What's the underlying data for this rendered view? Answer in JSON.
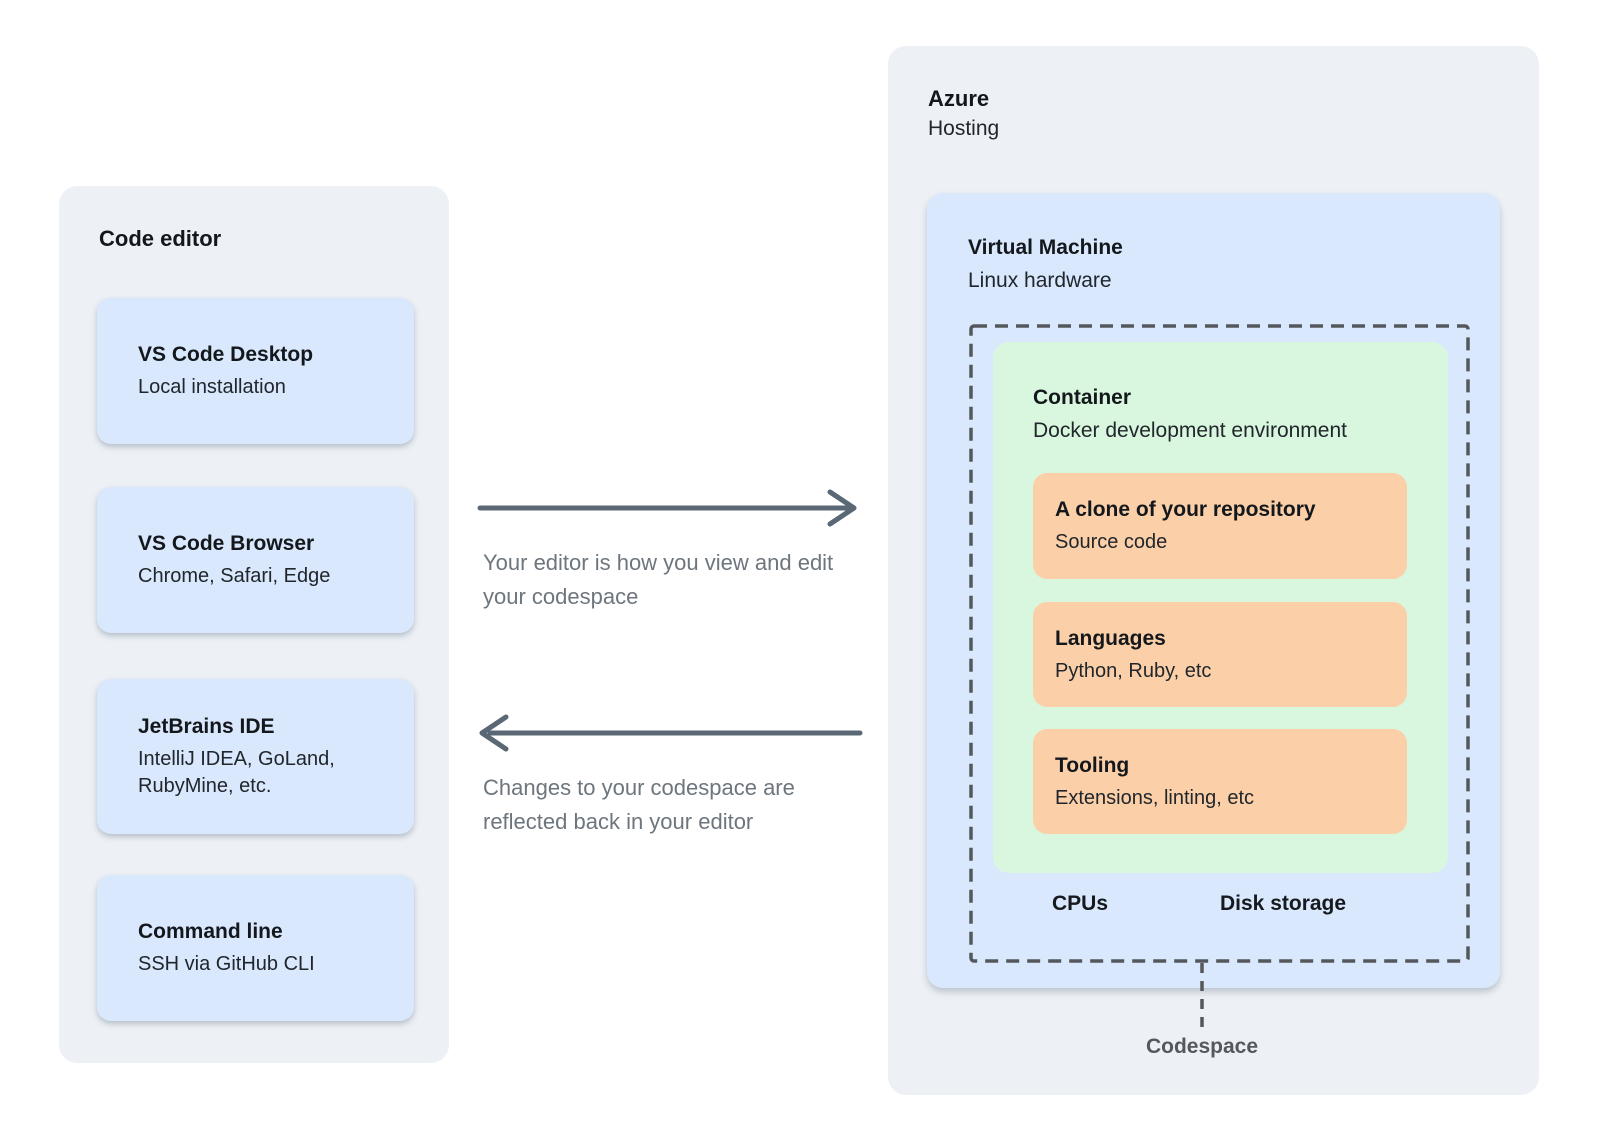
{
  "editor_panel": {
    "title": "Code editor",
    "items": [
      {
        "title": "VS Code Desktop",
        "subtitle": "Local installation"
      },
      {
        "title": "VS Code Browser",
        "subtitle": "Chrome, Safari, Edge"
      },
      {
        "title": "JetBrains IDE",
        "subtitle": "IntelliJ IDEA, GoLand, RubyMine, etc."
      },
      {
        "title": "Command line",
        "subtitle": "SSH via GitHub CLI"
      }
    ]
  },
  "flows": {
    "editor_to_azure": "Your editor is how you view and edit your codespace",
    "azure_to_editor": "Changes to your codespace are reflected back in your editor"
  },
  "azure_panel": {
    "title": "Azure",
    "subtitle": "Hosting",
    "virtual_machine": {
      "title": "Virtual Machine",
      "subtitle": "Linux hardware",
      "container": {
        "title": "Container",
        "subtitle": "Docker development environment",
        "items": [
          {
            "title": "A clone of your repository",
            "subtitle": "Source code"
          },
          {
            "title": "Languages",
            "subtitle": "Python, Ruby, etc"
          },
          {
            "title": "Tooling",
            "subtitle": "Extensions, linting, etc"
          }
        ]
      },
      "resources": [
        {
          "label": "CPUs"
        },
        {
          "label": "Disk storage"
        }
      ],
      "codespace_label": "Codespace"
    }
  },
  "colors": {
    "panel_background": "#edf1f6",
    "box_blue": "#d9e8fc",
    "box_green": "#d9f7de",
    "box_orange": "#fbd0a8",
    "dashed_border": "#54585d",
    "arrow": "#5a6875",
    "flow_text": "#6d757d"
  }
}
